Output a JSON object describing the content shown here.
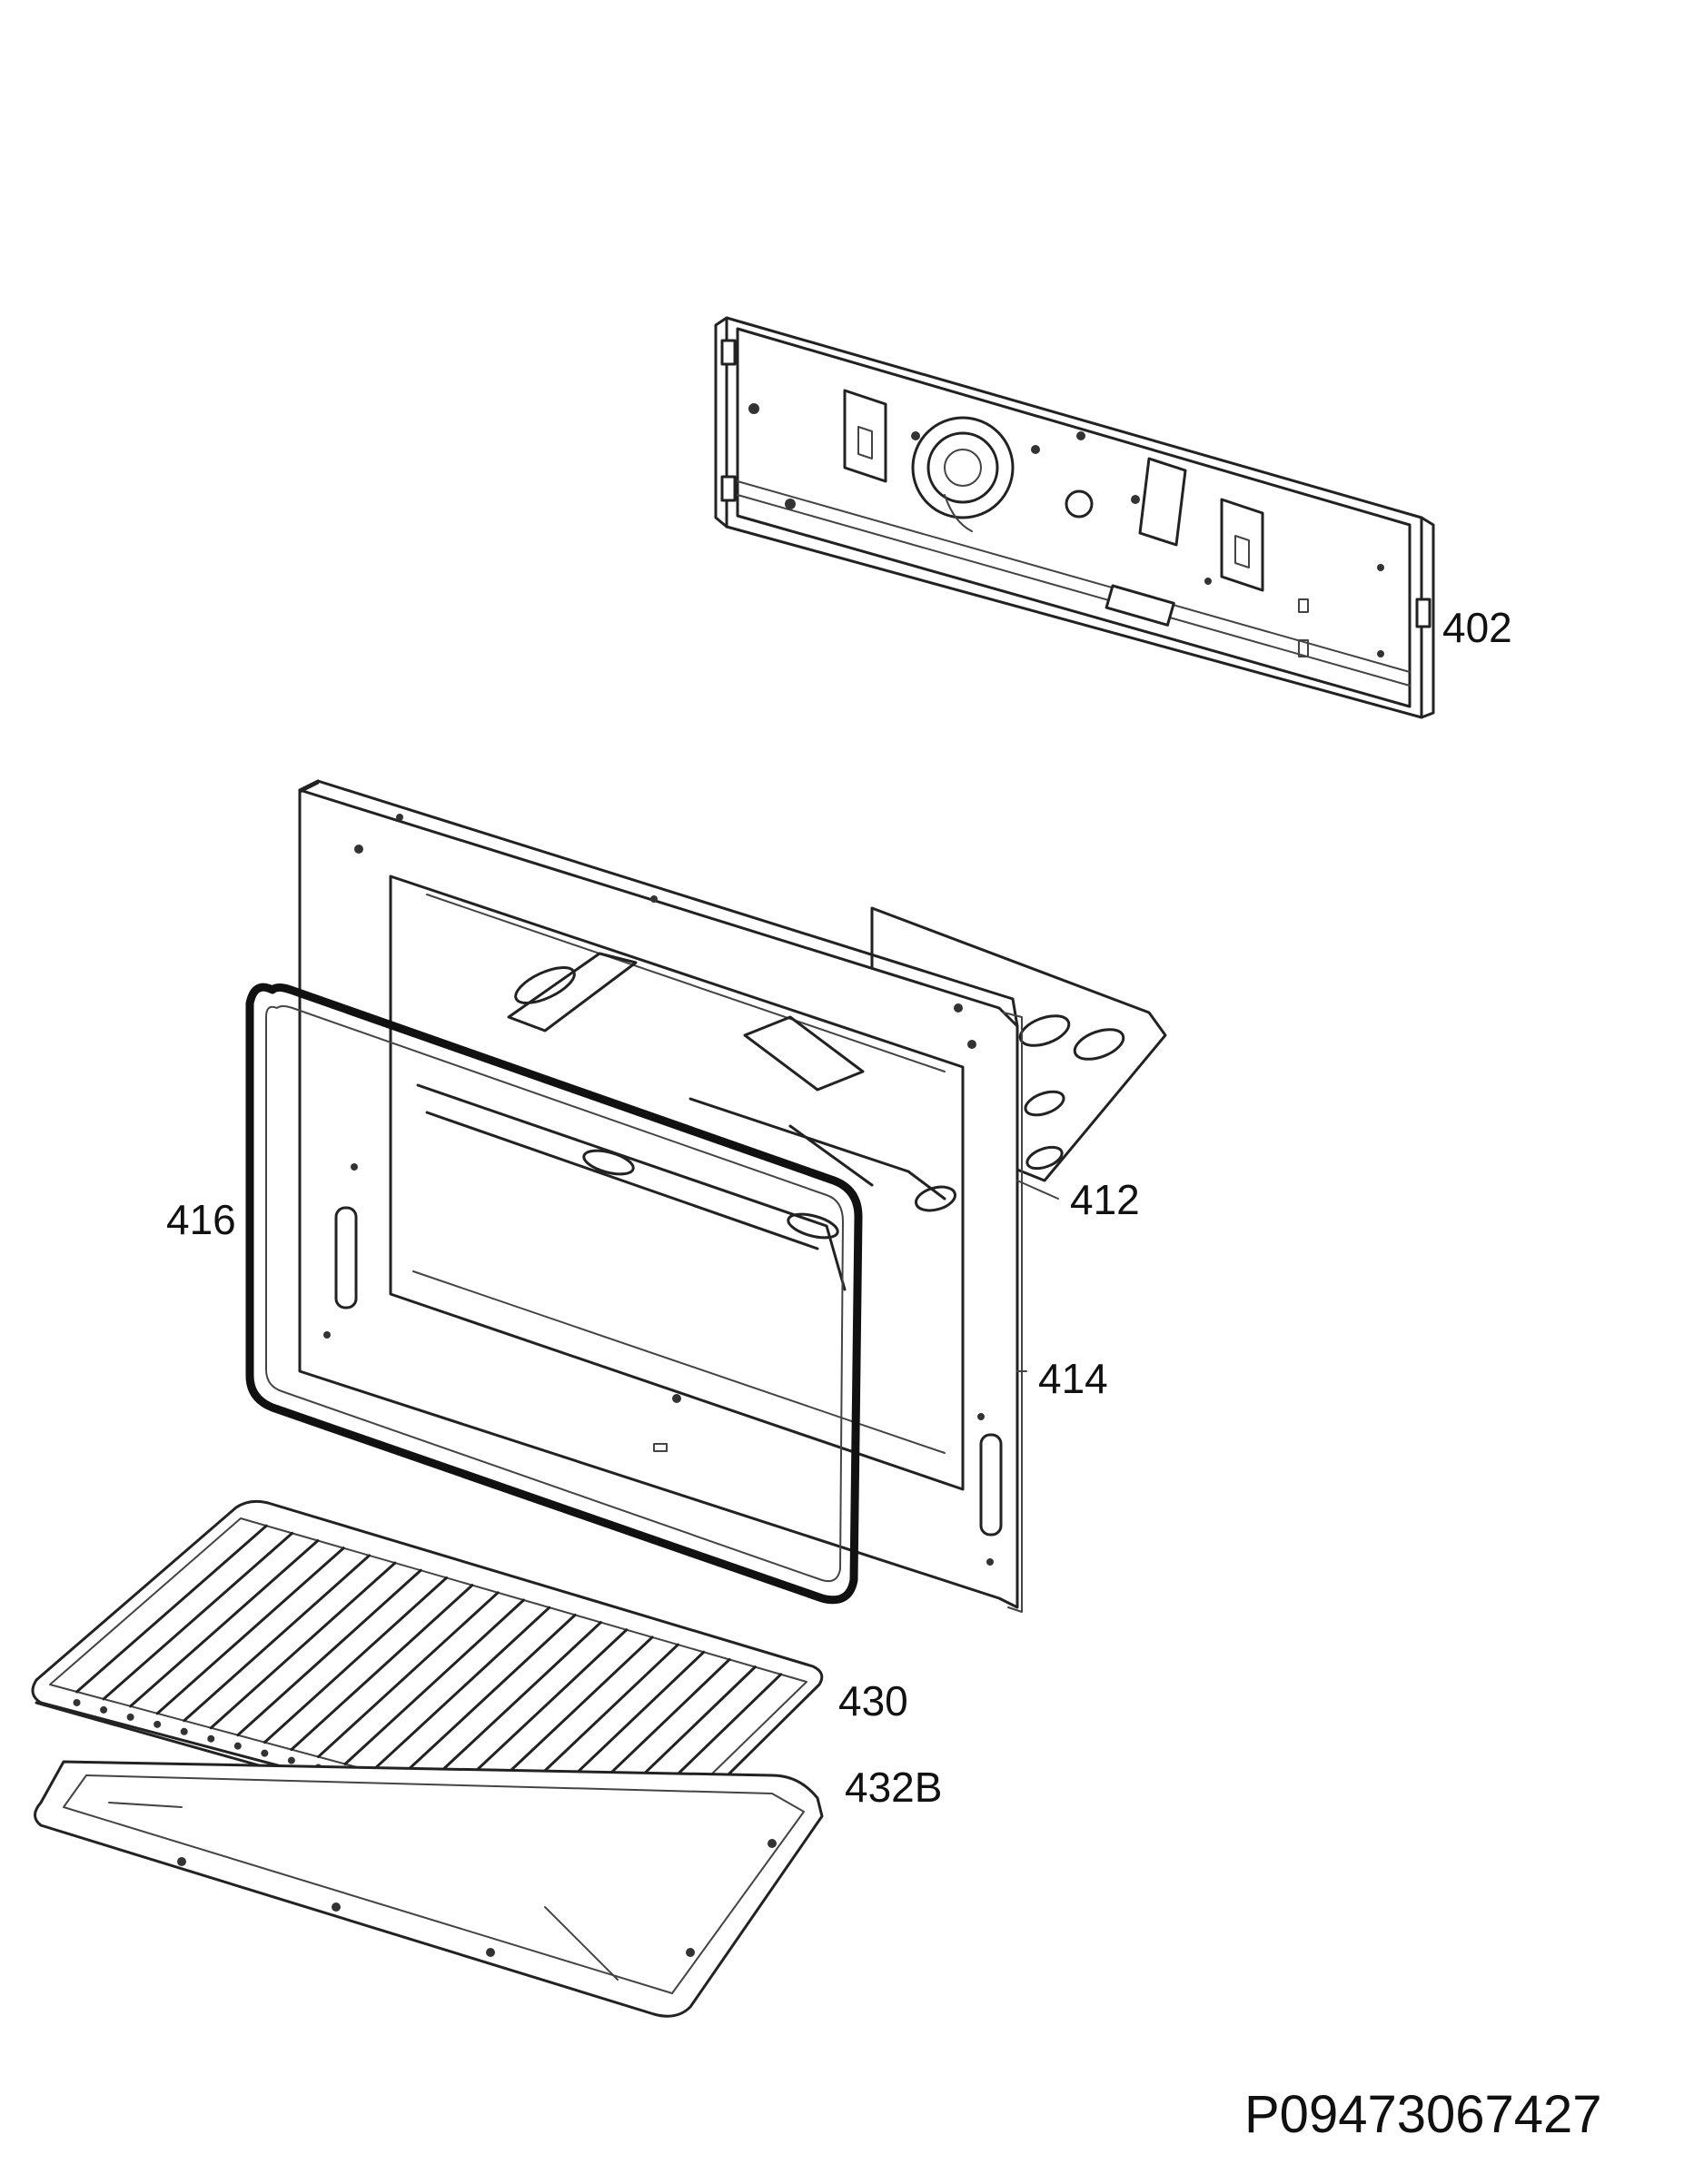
{
  "labels": {
    "part_402": "402",
    "part_412": "412",
    "part_414": "414",
    "part_416": "416",
    "part_430": "430",
    "part_432B": "432B"
  },
  "document_id": "P09473067427"
}
